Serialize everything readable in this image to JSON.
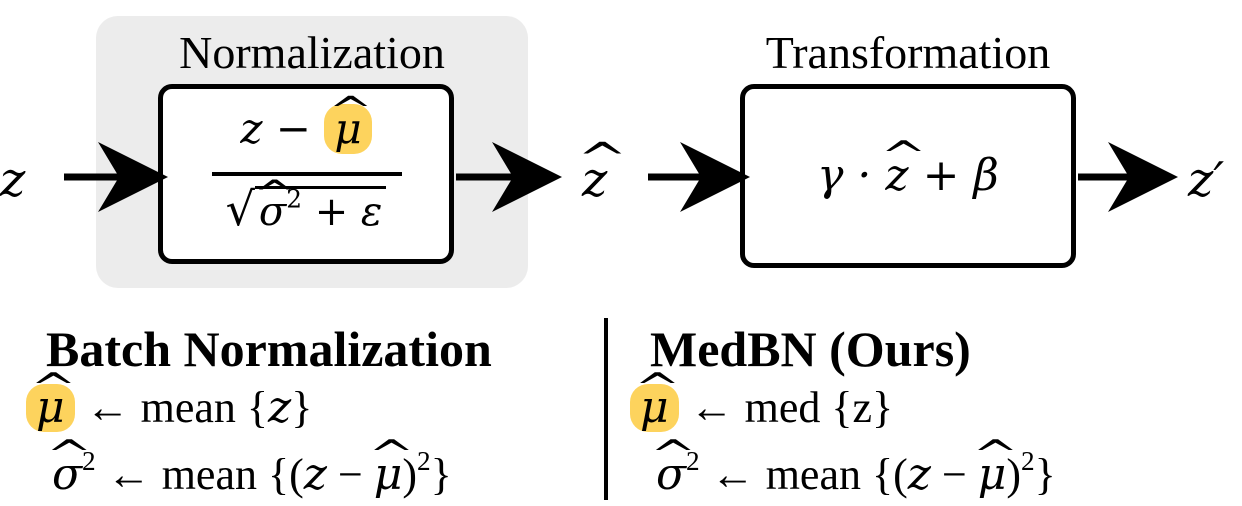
{
  "normalization_block": {
    "title": "Normalization",
    "numerator_left": "z −",
    "numerator_hl": "μ",
    "denom_sigma": "σ",
    "denom_power": "2",
    "denom_rest": "+ ε"
  },
  "transformation_block": {
    "title": "Transformation",
    "formula_left": "γ ·",
    "formula_z": "z",
    "formula_right": "+ β"
  },
  "signals": {
    "input": "z",
    "intermediate": "z",
    "output": "z′"
  },
  "batch_norm": {
    "title": "Batch Normalization",
    "mu_symbol": "μ",
    "mu_rule": "← mean {",
    "mu_arg": "z",
    "mu_close": "}",
    "sigma_symbol": "σ",
    "sigma_power": "2",
    "sigma_rule": "← mean {(",
    "sigma_z": "z",
    "sigma_minus": "−",
    "sigma_mu": "μ",
    "sigma_close": ")",
    "sigma_close_power": "2",
    "sigma_end": "}"
  },
  "medbn": {
    "title": "MedBN (Ours)",
    "mu_symbol": "μ",
    "mu_rule": "← med {z}",
    "sigma_symbol": "σ",
    "sigma_power": "2",
    "sigma_rule": "← mean {(",
    "sigma_z": "z",
    "sigma_minus": "−",
    "sigma_mu": "μ",
    "sigma_close": ")",
    "sigma_close_power": "2",
    "sigma_end": "}"
  },
  "colors": {
    "highlight": "#fdd35d",
    "panel": "#ececec",
    "stroke": "#000000"
  }
}
